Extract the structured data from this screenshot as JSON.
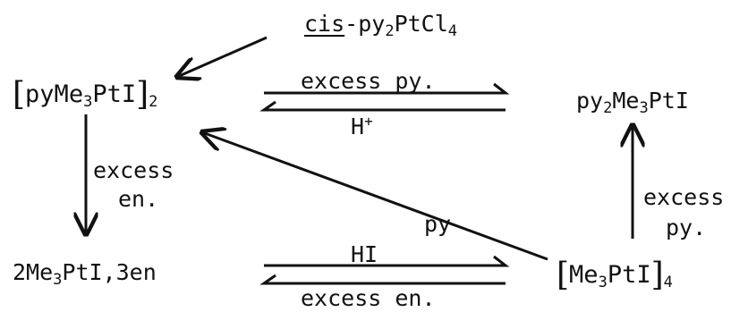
{
  "species": {
    "cis": {
      "prefix": "cis",
      "text": "-py",
      "n1": "2",
      "mid": "PtCl",
      "n2": "4"
    },
    "dimer": {
      "lb": "[",
      "a": "pyMe",
      "n1": "3",
      "b": "PtI",
      "rb": "]",
      "n2": "2"
    },
    "bispy": {
      "a": "py",
      "n1": "2",
      "b": "Me",
      "n2": "3",
      "c": "PtI"
    },
    "en": {
      "a": "2Me",
      "n1": "3",
      "b": "PtI,3en"
    },
    "tetramer": {
      "lb": "[",
      "a": "Me",
      "n1": "3",
      "b": "PtI",
      "rb": "]",
      "n2": "4"
    }
  },
  "arrow_labels": {
    "top_fwd": "excess py.",
    "top_back": "H",
    "top_back_sup": "+",
    "left_down_1": "excess",
    "left_down_2": "en.",
    "right_up_1": "excess",
    "right_up_2": "py.",
    "diag": "py",
    "bottom_fwd": "HI",
    "bottom_back": "excess en."
  }
}
